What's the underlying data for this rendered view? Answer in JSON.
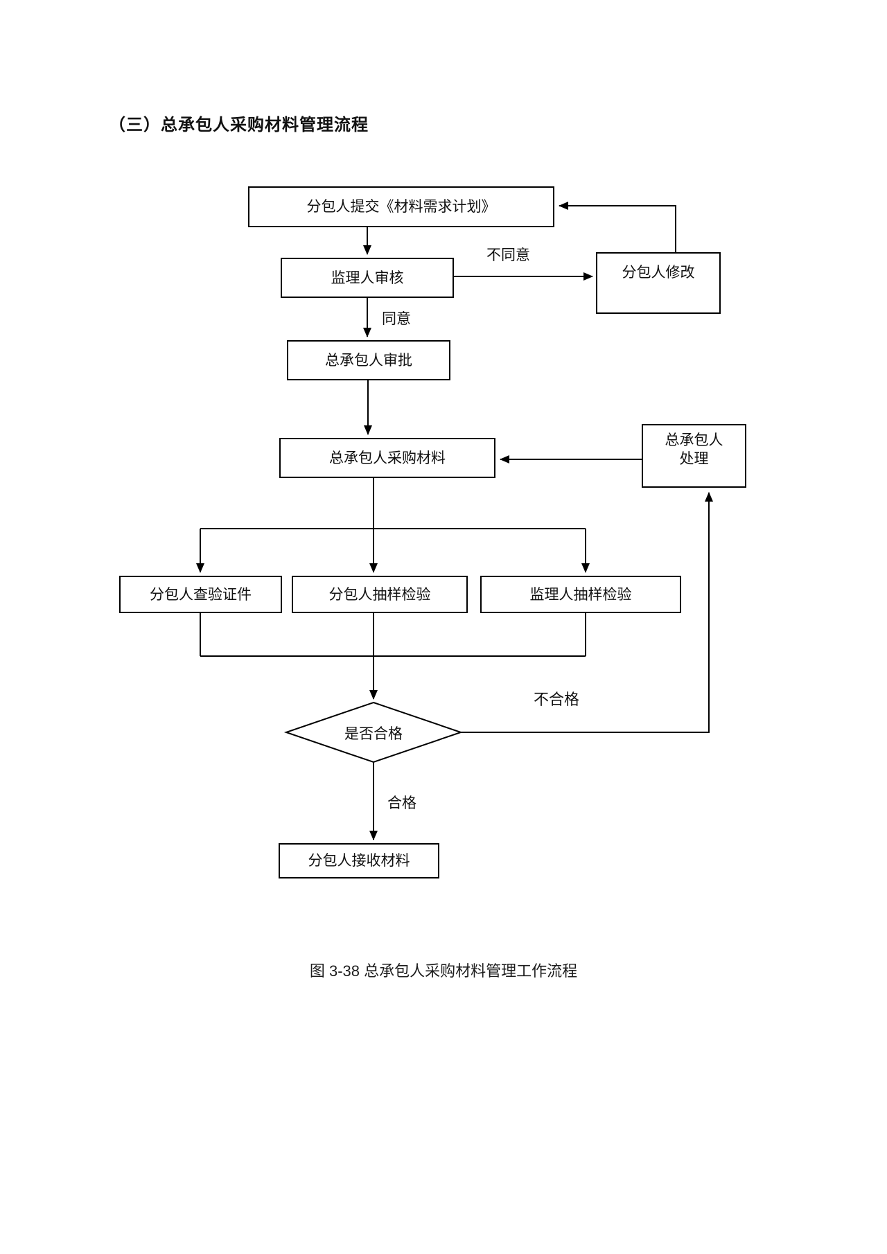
{
  "title": "（三）总承包人采购材料管理流程",
  "caption": "图 3-38 总承包人采购材料管理工作流程",
  "nodes": {
    "submit_plan": {
      "label": "分包人提交《材料需求计划》"
    },
    "supervisor_review": {
      "label": "监理人审核"
    },
    "subcontractor_revise": {
      "label": "分包人修改"
    },
    "contractor_approve": {
      "label": "总承包人审批"
    },
    "contractor_purchase": {
      "label": "总承包人采购材料"
    },
    "contractor_handle": {
      "label": "总承包人处理"
    },
    "check_certificates": {
      "label": "分包人查验证件"
    },
    "subcontractor_sampling": {
      "label": "分包人抽样检验"
    },
    "supervisor_sampling": {
      "label": "监理人抽样检验"
    },
    "qualified_decision": {
      "label": "是否合格"
    },
    "receive_materials": {
      "label": "分包人接收材料"
    }
  },
  "edge_labels": {
    "disagree": "不同意",
    "agree": "同意",
    "unqualified": "不合格",
    "qualified": "合格"
  },
  "colors": {
    "line": "#000000",
    "text": "#111111",
    "box_fill": "#ffffff"
  }
}
